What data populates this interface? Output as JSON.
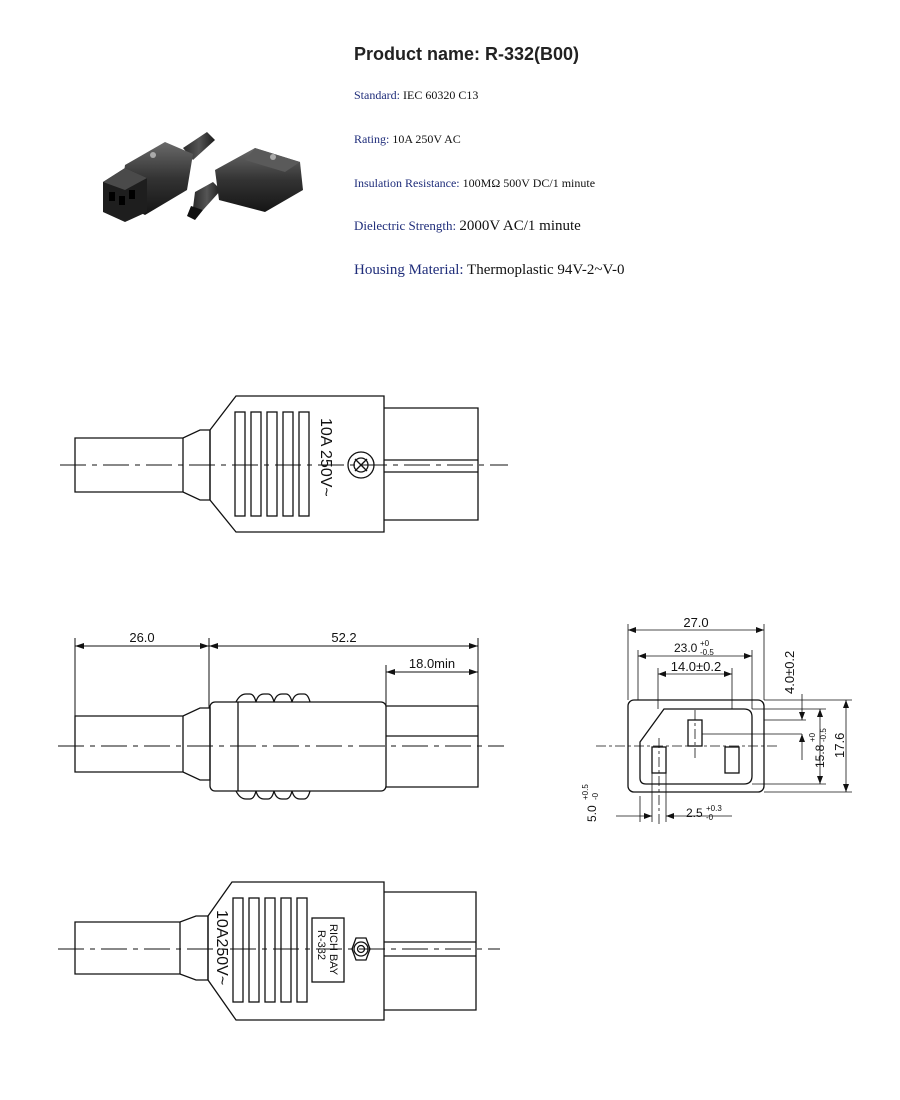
{
  "product": {
    "title": "Product name: R-332(B00)"
  },
  "specs": [
    {
      "label": "Standard: ",
      "value": "IEC 60320 C13"
    },
    {
      "label": "Rating: ",
      "value": "10A 250V AC"
    },
    {
      "label": "Insulation Resistance: ",
      "value": "100MΩ 500V DC/1 minute"
    },
    {
      "label": "Dielectric Strength: ",
      "value": "2000V AC/1 minute"
    },
    {
      "label": "Housing Material: ",
      "value": "Thermoplastic 94V-2~V-0"
    }
  ],
  "top_view": {
    "rating_marking": "10A 250V~"
  },
  "side_view": {
    "dim_cable": "26.0",
    "dim_total": "52.2",
    "dim_min": "18.0min"
  },
  "front_view": {
    "dim_width": "27.0",
    "dim_inner_base": "23.0",
    "dim_inner_upper": "+0",
    "dim_inner_lower": "-0.5",
    "dim_slot": "14.0±0.2",
    "dim_top": "4.0±0.2",
    "dim_height_inner_base": "15.8",
    "dim_height_inner_upper": "+0",
    "dim_height_inner_lower": "-0.5",
    "dim_height": "17.6",
    "dim_left_base": "5.0",
    "dim_left_upper": "+0.5",
    "dim_left_lower": "-0",
    "dim_pin_base": "2.5",
    "dim_pin_upper": "+0.3",
    "dim_pin_lower": "-0"
  },
  "bottom_view": {
    "rating_marking": "10A250V~",
    "brand": "RICH BAY",
    "model": "R-332"
  }
}
